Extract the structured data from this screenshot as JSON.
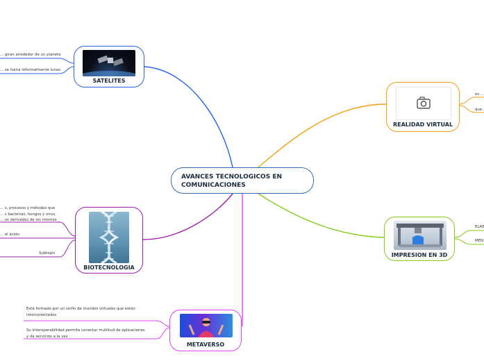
{
  "central": {
    "line1": "AVANCES TECNOLOGICOS EN",
    "line2": "COMUNICACIONES"
  },
  "topics": {
    "satelites": {
      "label": "SATELITES",
      "color": "#2563eb",
      "subtopics": [
        "... giran alrededor de un planeta",
        "... se llama informalmente lunas"
      ]
    },
    "realidad_virtual": {
      "label": "REALIDAD VIRTUAL",
      "color": "#f59e0b",
      "subtopics": [
        "es ...",
        "que ..."
      ]
    },
    "impresion_3d": {
      "label": "IMPRESION EN 3D",
      "color": "#84cc16",
      "subtopics": [
        "ELAB...",
        "MEN..."
      ]
    },
    "biotecnologia": {
      "label": "BIOTECNOLOGIA",
      "color": "#a21caf",
      "subtopics": [
        "... s, procesos y métodos que",
        "... s bacterias, hongos y virus,",
        "... os derivados de los mismos",
        "... el ácido",
        "Subtopic"
      ]
    },
    "metaverso": {
      "label": "METAVERSO",
      "color": "#d946ef",
      "subtopics": [
        "Está formado por un sinfín de mundos virtuales que están",
        "interconectados",
        "Su interoperabilidad permite conectar multitud de aplicaciones",
        "y de servicios a la vez"
      ]
    }
  },
  "icons": {
    "realidad_virtual_placeholder": "camera-icon"
  }
}
